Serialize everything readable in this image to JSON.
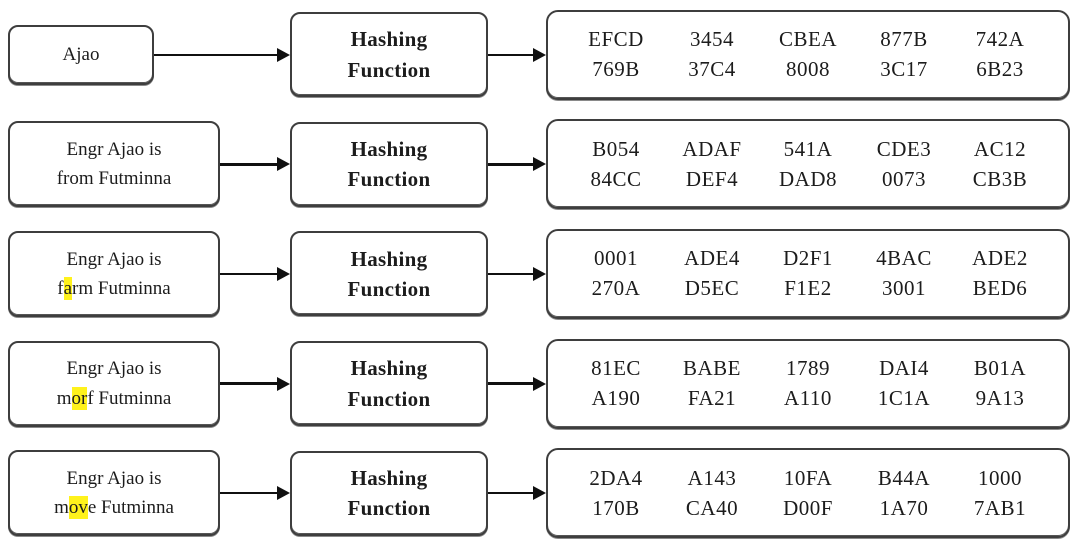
{
  "diagram": {
    "title_semantic": "hashing-function-avalanche-diagram",
    "hashing_function_label": "Hashing\nFunction",
    "highlight_color": "#fff21c",
    "arrow_color": "#101010",
    "border_color": "#3e3e3e",
    "rows": [
      {
        "input_lines": [
          [
            {
              "text": "Ajao"
            }
          ]
        ],
        "hash": [
          [
            "EFCD",
            "3454",
            "CBEA",
            "877B",
            "742A"
          ],
          [
            "769B",
            "37C4",
            "8008",
            "3C17",
            "6B23"
          ]
        ]
      },
      {
        "input_lines": [
          [
            {
              "text": "Engr Ajao is"
            }
          ],
          [
            {
              "text": "from Futminna"
            }
          ]
        ],
        "hash": [
          [
            "B054",
            "ADAF",
            "541A",
            "CDE3",
            "AC12"
          ],
          [
            "84CC",
            "DEF4",
            "DAD8",
            "0073",
            "CB3B"
          ]
        ]
      },
      {
        "input_lines": [
          [
            {
              "text": "Engr Ajao is"
            }
          ],
          [
            {
              "text": "f"
            },
            {
              "text": "a",
              "highlight": true
            },
            {
              "text": "rm Futminna"
            }
          ]
        ],
        "hash": [
          [
            "0001",
            "ADE4",
            "D2F1",
            "4BAC",
            "ADE2"
          ],
          [
            "270A",
            "D5EC",
            "F1E2",
            "3001",
            "BED6"
          ]
        ]
      },
      {
        "input_lines": [
          [
            {
              "text": "Engr Ajao is"
            }
          ],
          [
            {
              "text": "m"
            },
            {
              "text": "or",
              "highlight": true
            },
            {
              "text": "f Futminna"
            }
          ]
        ],
        "hash": [
          [
            "81EC",
            "BABE",
            "1789",
            "DAI4",
            "B01A"
          ],
          [
            "A190",
            "FA21",
            "A110",
            "1C1A",
            "9A13"
          ]
        ]
      },
      {
        "input_lines": [
          [
            {
              "text": "Engr Ajao is"
            }
          ],
          [
            {
              "text": "m"
            },
            {
              "text": "ov",
              "highlight": true
            },
            {
              "text": "e Futminna"
            }
          ]
        ],
        "hash": [
          [
            "2DA4",
            "A143",
            "10FA",
            "B44A",
            "1000"
          ],
          [
            "170B",
            "CA40",
            "D00F",
            "1A70",
            "7AB1"
          ]
        ]
      }
    ]
  }
}
